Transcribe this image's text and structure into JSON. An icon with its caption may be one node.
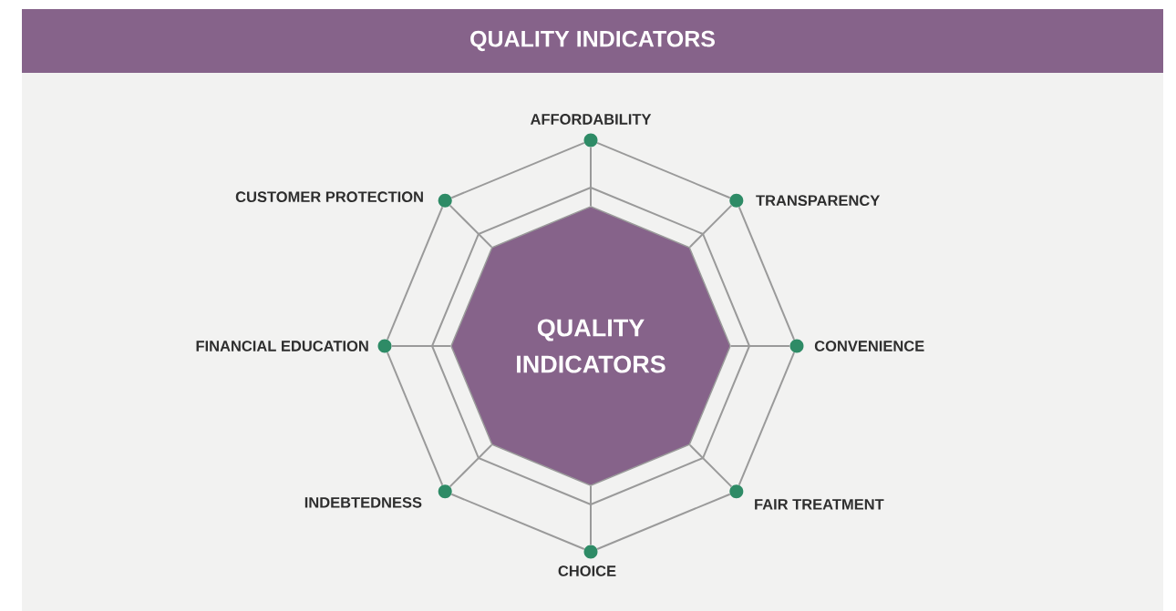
{
  "diagram": {
    "title": "QUALITY INDICATORS",
    "nodes": [
      {
        "text": [
          "QUALITY INDICATORS"
        ]
      },
      {
        "text": [],
        "shape": "circle",
        "beside": [
          "AFFORDABILITY"
        ]
      },
      {
        "text": [],
        "shape": "circle",
        "beside": [
          "CUSTOMER PROTECTION"
        ]
      },
      {
        "text": [],
        "shape": "circle",
        "beside": [
          "TRANSPARENCY"
        ]
      },
      {
        "text": [],
        "shape": "circle",
        "beside": [
          "FINANCIAL EDUCATION"
        ]
      },
      {
        "text": [],
        "shape": "circle",
        "beside": [
          "CONVENIENCE"
        ]
      },
      {
        "text": [],
        "shape": "circle",
        "beside": [
          "INDEBTEDNESS"
        ]
      },
      {
        "text": [],
        "shape": "circle",
        "beside": [
          "FAIR TREATMENT"
        ]
      },
      {
        "text": [],
        "shape": "circle",
        "beside": [
          "CHOICE"
        ]
      }
    ],
    "edges": [
      {
        "from": 0,
        "to": 1,
        "arrow": "none"
      },
      {
        "from": 0,
        "to": 2,
        "arrow": "none"
      },
      {
        "from": 0,
        "to": 3,
        "arrow": "none"
      },
      {
        "from": 0,
        "to": 4,
        "arrow": "none"
      },
      {
        "from": 0,
        "to": 5,
        "arrow": "none"
      },
      {
        "from": 0,
        "to": 6,
        "arrow": "none"
      },
      {
        "from": 0,
        "to": 7,
        "arrow": "none"
      },
      {
        "from": 0,
        "to": 8,
        "arrow": "none"
      },
      {
        "from": 1,
        "to": 3,
        "arrow": "none"
      },
      {
        "from": 3,
        "to": 5,
        "arrow": "none"
      },
      {
        "from": 5,
        "to": 7,
        "arrow": "none"
      },
      {
        "from": 7,
        "to": 8,
        "arrow": "none"
      },
      {
        "from": 8,
        "to": 6,
        "arrow": "none"
      },
      {
        "from": 6,
        "to": 4,
        "arrow": "none"
      },
      {
        "from": 4,
        "to": 2,
        "arrow": "none"
      },
      {
        "from": 2,
        "to": 1,
        "arrow": "none"
      }
    ]
  }
}
